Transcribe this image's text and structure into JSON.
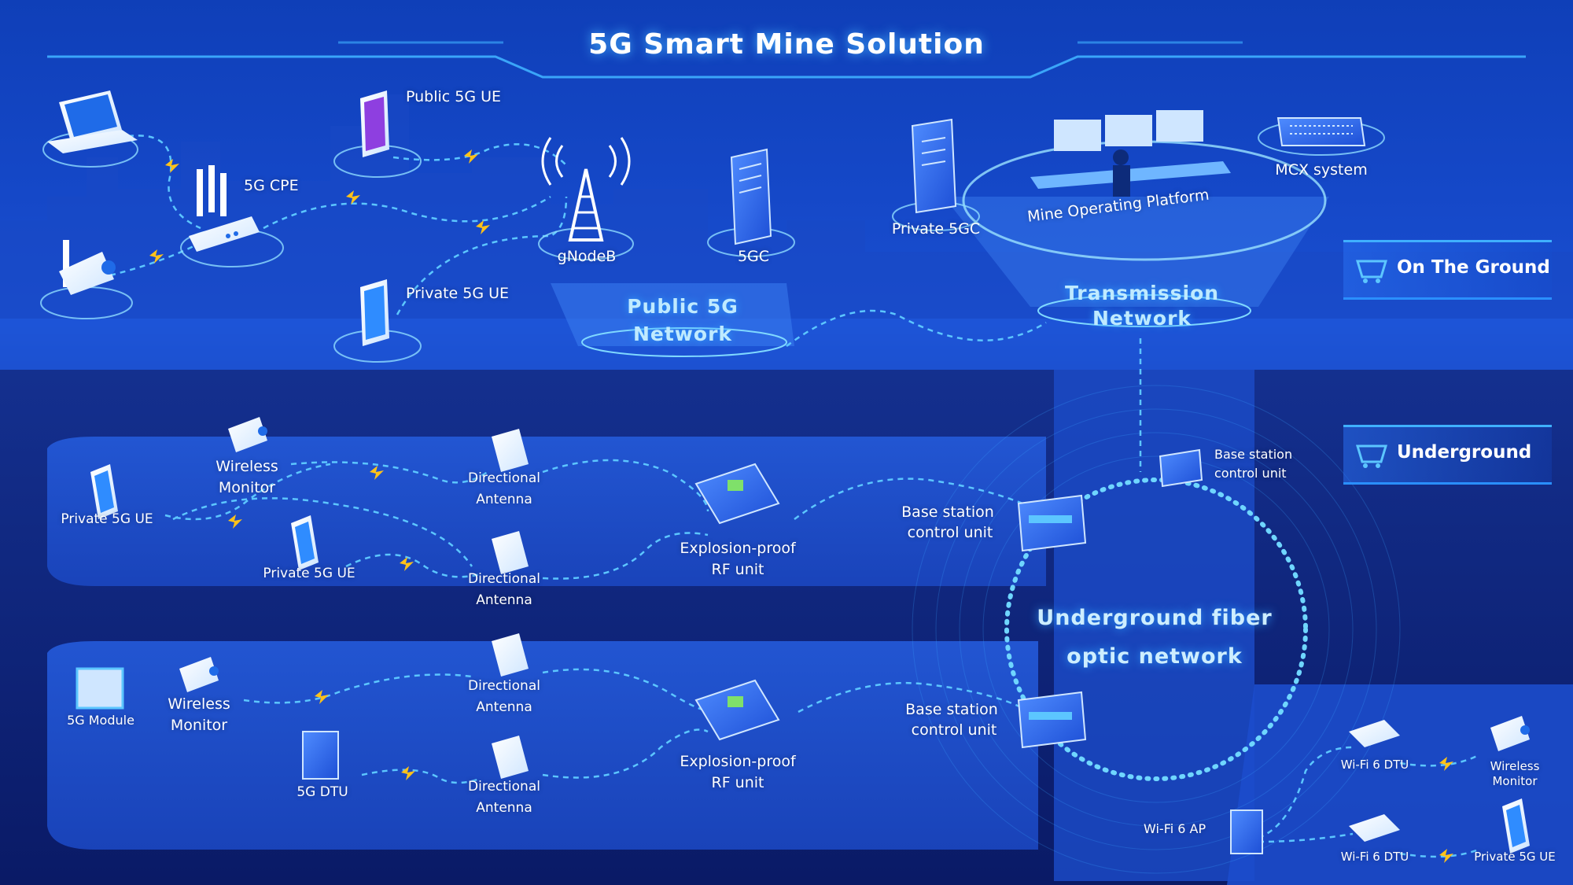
{
  "title": "5G Smart Mine Solution",
  "sections": {
    "ground": {
      "label": "On The Ground",
      "icon": "mine-cart-icon"
    },
    "underground": {
      "label": "Underground",
      "icon": "mine-cart-icon"
    }
  },
  "surface": {
    "public_5g_ue": "Public 5G UE",
    "cpe": "5G CPE",
    "private_5g_ue": "Private 5G UE",
    "gnodeb": "gNodeB",
    "core_5gc": "5GC",
    "private_5gc": "Private 5GC",
    "platform": "Mine Operating Platform",
    "mcx": "MCX system",
    "public_network": [
      "Public 5G",
      "Network"
    ],
    "transmission_network": [
      "Transmission",
      "Network"
    ]
  },
  "tunnel1": {
    "wireless_monitor": [
      "Wireless",
      "Monitor"
    ],
    "private_ue_left": "Private 5G UE",
    "private_ue_mid": "Private 5G UE",
    "antenna_top": [
      "Directional",
      "Antenna"
    ],
    "antenna_bottom": [
      "Directional",
      "Antenna"
    ],
    "rf_unit": [
      "Explosion-proof",
      "RF unit"
    ],
    "bscu": [
      "Base station",
      "control unit"
    ]
  },
  "tunnel2": {
    "module": "5G Module",
    "wireless_monitor": [
      "Wireless",
      "Monitor"
    ],
    "dtu": "5G DTU",
    "antenna_top": [
      "Directional",
      "Antenna"
    ],
    "antenna_bottom": [
      "Directional",
      "Antenna"
    ],
    "rf_unit": [
      "Explosion-proof",
      "RF unit"
    ],
    "bscu": [
      "Base station",
      "control unit"
    ]
  },
  "fiber": {
    "label": [
      "Underground fiber",
      "optic network"
    ],
    "bscu_top": [
      "Base station",
      "control unit"
    ],
    "wifi_ap": "Wi-Fi 6 AP",
    "wifi_dtu_top": "Wi-Fi 6 DTU",
    "wifi_dtu_bottom": "Wi-Fi 6 DTU",
    "wireless_monitor": [
      "Wireless",
      "Monitor"
    ],
    "private_ue": "Private 5G UE"
  },
  "colors": {
    "accent": "#3fb0ff",
    "link": "#5cc6ff",
    "bolt": "#ffc21a",
    "device": "#2a6cf0"
  }
}
